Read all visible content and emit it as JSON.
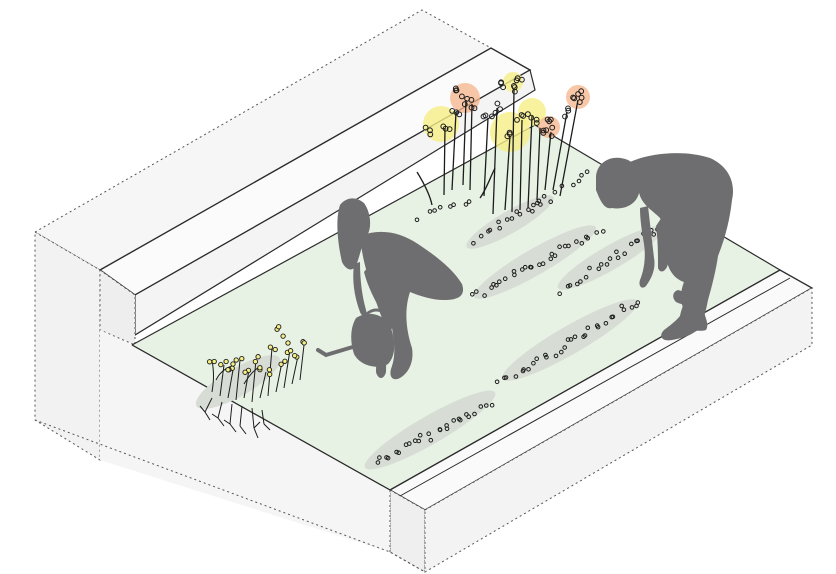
{
  "illustration": {
    "kind": "isometric raised garden bed",
    "figures": [
      "person-watering",
      "person-bending"
    ],
    "colors": {
      "bed_outline": "#2b2b2b",
      "bed_wall": "#f1f1f1",
      "bed_wall_dark": "#e4e4e4",
      "soil_surface": "#e7f1e4",
      "row_shadow": "#d8ddd6",
      "silhouette": "#6e6e70",
      "flower_yellow": "#f6ef86",
      "flower_orange": "#f6b48a",
      "stem": "#1c1c1c",
      "seed": "#1c1c1c"
    },
    "icons": [
      "watering-can-icon",
      "flower-cluster-icon",
      "roots-icon",
      "seed-row-icon"
    ]
  }
}
